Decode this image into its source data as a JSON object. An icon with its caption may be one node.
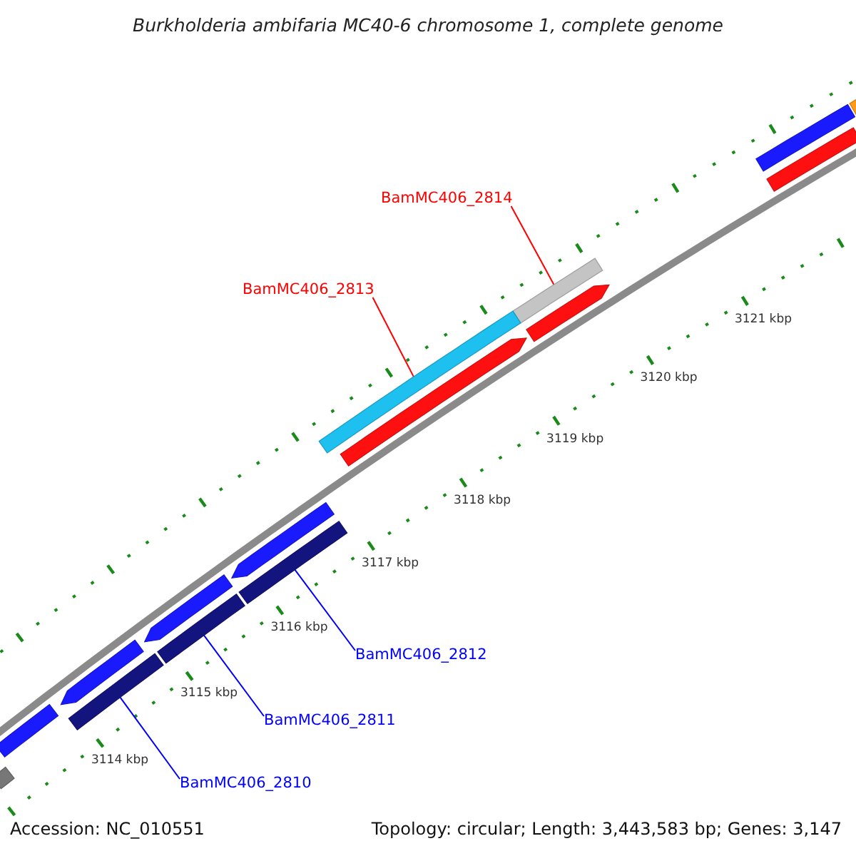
{
  "diagram": {
    "title": "Burkholderia ambifaria MC40-6 chromosome 1, complete genome",
    "nodes": [
      {
        "text": [
          "BamMC406_2814"
        ]
      },
      {
        "text": [
          "BamMC406_2813"
        ]
      },
      {
        "text": [
          "BamMC406_2812"
        ]
      },
      {
        "text": [
          "BamMC406_2811"
        ]
      },
      {
        "text": [
          "BamMC406_2810"
        ]
      },
      {
        "text": [],
        "shape": "bar"
      },
      {
        "text": [],
        "shape": "bar"
      },
      {
        "text": [],
        "shape": "bar"
      },
      {
        "text": [],
        "shape": "bar"
      },
      {
        "text": [],
        "shape": "bar"
      }
    ],
    "edges": [
      {
        "from": 0,
        "to": 5,
        "arrow": "none",
        "color": "#ff0000"
      },
      {
        "from": 1,
        "to": 6,
        "arrow": "none",
        "color": "#ff0000"
      },
      {
        "from": 2,
        "to": 7,
        "arrow": "none"
      },
      {
        "from": 3,
        "to": 8,
        "arrow": "none"
      },
      {
        "from": 4,
        "to": 9,
        "arrow": "none"
      }
    ],
    "labels": [
      "3121 kbp",
      "3120 kbp",
      "3119 kbp",
      "3118 kbp",
      "3117 kbp",
      "3116 kbp",
      "3115 kbp",
      "3114 kbp",
      "Accession: NC_010551",
      "Topology: circular; Length: 3,443,583 bp; Genes: 3,147"
    ]
  }
}
